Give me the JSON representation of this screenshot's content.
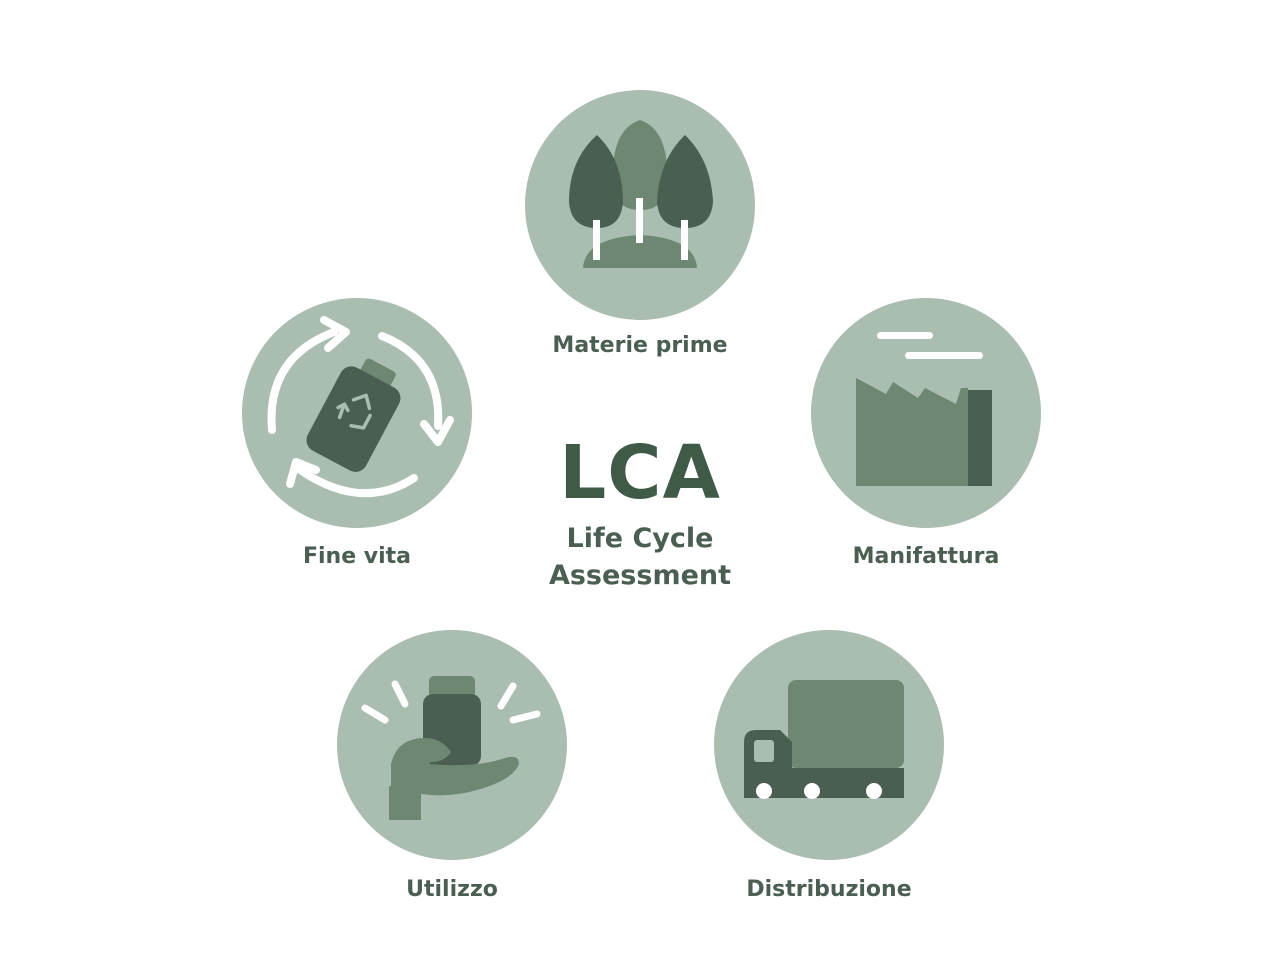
{
  "center": {
    "title": "LCA",
    "subtitle": "Life Cycle Assessment"
  },
  "stages": {
    "raw_materials": {
      "label": "Materie prime",
      "icon": "trees-icon"
    },
    "manufacturing": {
      "label": "Manifattura",
      "icon": "factory-icon"
    },
    "distribution": {
      "label": "Distribuzione",
      "icon": "truck-icon"
    },
    "use": {
      "label": "Utilizzo",
      "icon": "hand-holding-bottle-icon"
    },
    "end_of_life": {
      "label": "Fine vita",
      "icon": "recycle-bottle-icon"
    }
  },
  "colors": {
    "circle": "#a9bdb0",
    "dark": "#4a5f51",
    "medium": "#6d8773",
    "white": "#ffffff"
  }
}
